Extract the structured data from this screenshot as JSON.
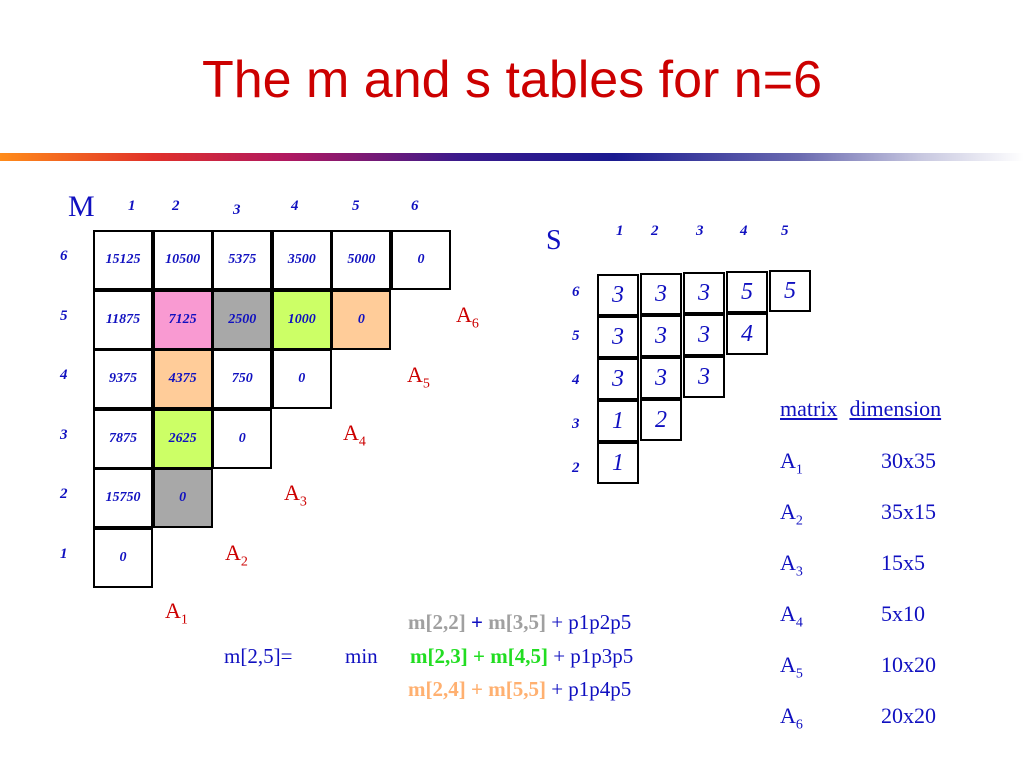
{
  "title": "The m and s tables for n=6",
  "m_table": {
    "label": "M",
    "col_headers": [
      "1",
      "2",
      "3",
      "4",
      "5",
      "6"
    ],
    "row_headers": [
      "6",
      "5",
      "4",
      "3",
      "2",
      "1"
    ],
    "rows": [
      [
        "15125",
        "10500",
        "5375",
        "3500",
        "5000",
        "0"
      ],
      [
        "11875",
        "7125",
        "2500",
        "1000",
        "0"
      ],
      [
        "9375",
        "4375",
        "750",
        "0"
      ],
      [
        "7875",
        "2625",
        "0"
      ],
      [
        "15750",
        "0"
      ],
      [
        "0"
      ]
    ],
    "highlights": {
      "pink": "#f99ad2",
      "gray": "#a8a8a8",
      "green": "#ccff66",
      "peach": "#ffcc99"
    },
    "diag_labels": [
      {
        "base": "A",
        "sub": "1"
      },
      {
        "base": "A",
        "sub": "2"
      },
      {
        "base": "A",
        "sub": "3"
      },
      {
        "base": "A",
        "sub": "4"
      },
      {
        "base": "A",
        "sub": "5"
      },
      {
        "base": "A",
        "sub": "6"
      }
    ]
  },
  "s_table": {
    "label": "S",
    "col_headers": [
      "1",
      "2",
      "3",
      "4",
      "5"
    ],
    "row_headers": [
      "6",
      "5",
      "4",
      "3",
      "2"
    ],
    "rows": [
      [
        "3",
        "3",
        "3",
        "5",
        "5"
      ],
      [
        "3",
        "3",
        "3",
        "4"
      ],
      [
        "3",
        "3",
        "3"
      ],
      [
        "1",
        "2"
      ],
      [
        "1"
      ]
    ]
  },
  "dimensions": {
    "header_matrix": "matrix",
    "header_dimension": "dimension",
    "rows": [
      {
        "base": "A",
        "sub": "1",
        "dim": "30x35"
      },
      {
        "base": "A",
        "sub": "2",
        "dim": "35x15"
      },
      {
        "base": "A",
        "sub": "3",
        "dim": "15x5"
      },
      {
        "base": "A",
        "sub": "4",
        "dim": "5x10"
      },
      {
        "base": "A",
        "sub": "5",
        "dim": "10x20"
      },
      {
        "base": "A",
        "sub": "6",
        "dim": "20x20"
      }
    ]
  },
  "formula": {
    "lhs": "m[2,5]=",
    "op": "min",
    "line1_a": "m[2,2]",
    "line1_plus": "+",
    "line1_b": "m[3,5]",
    "line1_rest": "+ p1p2p5",
    "line2_a": "m[2,3]",
    "line2_plus": "+",
    "line2_b": "m[4,5]",
    "line2_rest": "+ p1p3p5",
    "line3_a": "m[2,4]",
    "line3_plus": "+",
    "line3_b": "m[5,5]",
    "line3_rest": "+ p1p4p5",
    "colors": {
      "line1": "#a0a0a0",
      "line2": "#22dd22",
      "line3": "#ffb070"
    }
  }
}
